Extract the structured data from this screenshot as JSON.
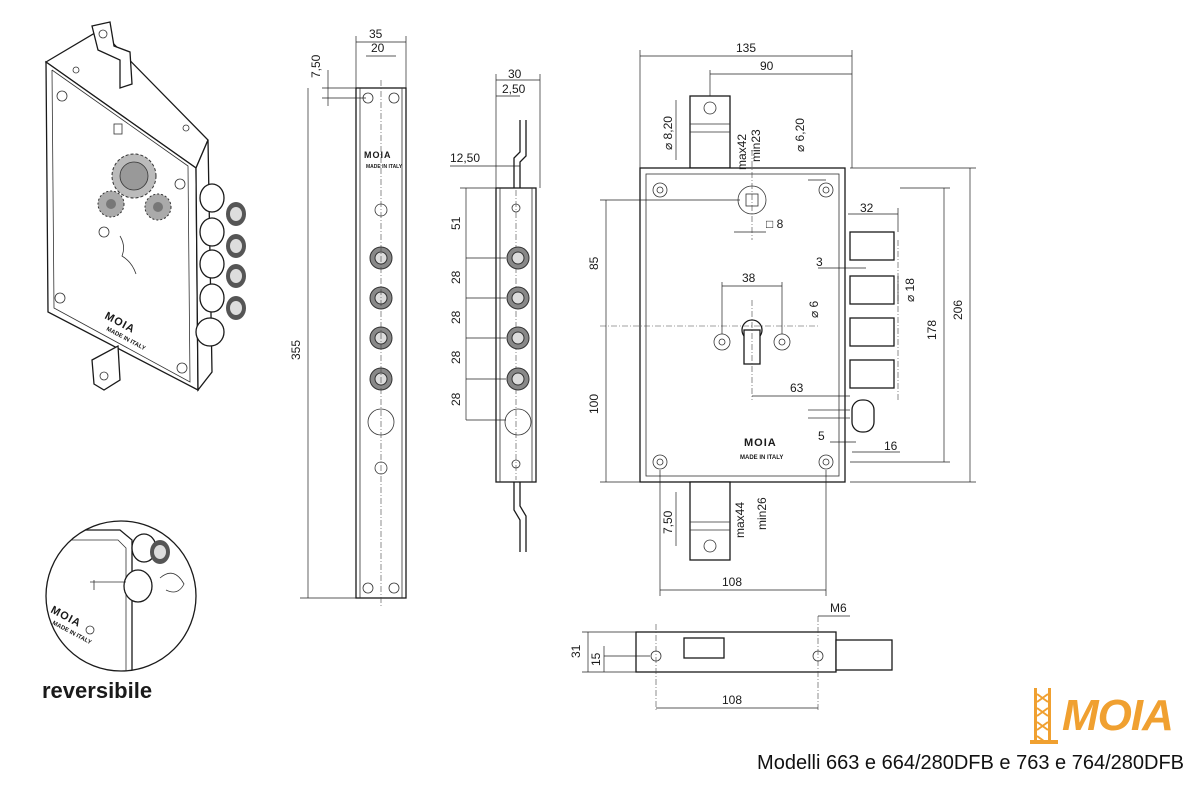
{
  "labels": {
    "reversible": "reversibile",
    "models": "Modelli 663 e 664/280DFB e 763 e 764/280DFB",
    "brand": "MOIA",
    "made_in_italy": "MADE IN ITALY"
  },
  "dimensions": {
    "front_width_35": "35",
    "front_width_20": "20",
    "front_top_750": "7,50",
    "front_height_355": "355",
    "side_width_30": "30",
    "side_offset_250": "2,50",
    "side_offset_1250": "12,50",
    "side_51": "51",
    "side_28_a": "28",
    "side_28_b": "28",
    "side_28_c": "28",
    "side_28_d": "28",
    "body_135": "135",
    "body_90": "90",
    "d_820": "⌀ 8,20",
    "max42_min23_a": "max42",
    "max42_min23_b": "min23",
    "d_620": "⌀ 6,20",
    "sq8": "□ 8",
    "d32": "32",
    "d85": "85",
    "d38": "38",
    "d3": "3",
    "d_18": "⌀ 18",
    "d_6": "⌀ 6",
    "d178": "178",
    "d206": "206",
    "d63": "63",
    "d100": "100",
    "d5": "5",
    "d16": "16",
    "bottom_750": "7,50",
    "max44_min26_a": "max44",
    "max44_min26_b": "min26",
    "d108_a": "108",
    "m6": "M6",
    "d31": "31",
    "d15": "15",
    "d108_b": "108"
  }
}
